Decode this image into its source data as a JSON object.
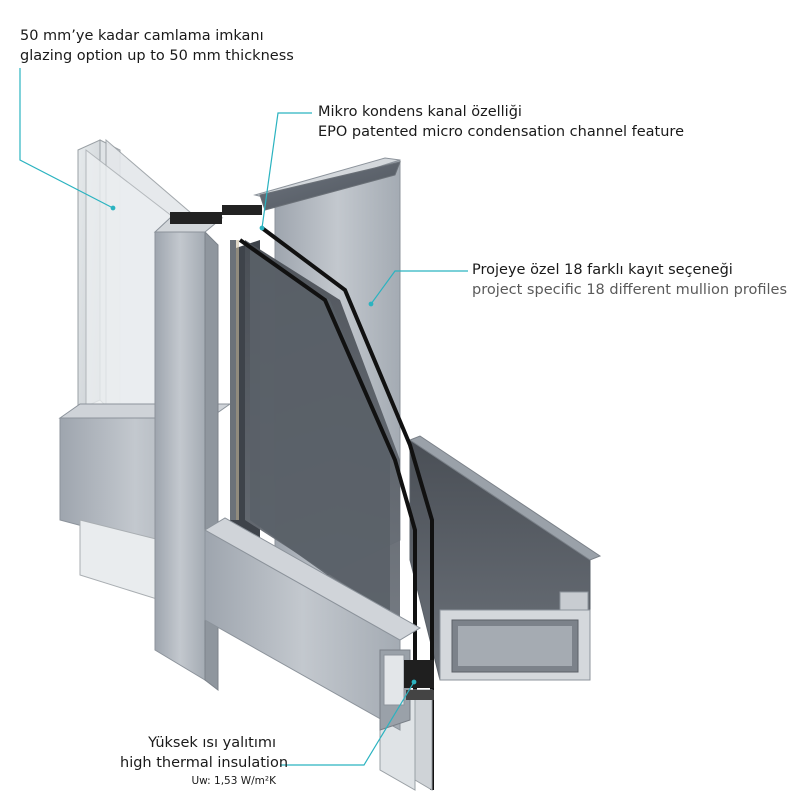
{
  "annotations": {
    "glazing": {
      "tr": "50 mm’ye kadar camlama imkanı",
      "en": "glazing option up to 50 mm thickness"
    },
    "micro_channel": {
      "tr": "Mikro kondens kanal özelliği",
      "en": "EPO patented micro condensation channel feature"
    },
    "mullion": {
      "tr": "Projeye özel 18 farklı kayıt seçeneği",
      "en": "project specific 18 different mullion profiles"
    },
    "thermal": {
      "tr": "Yüksek ısı yalıtımı",
      "en": "high thermal insulation",
      "uw": "Uw: 1,53 W/m²K"
    }
  },
  "colors": {
    "leader_line": "#2bb3c0",
    "aluminium": "#aeb4bc",
    "glass": "#d9dde0",
    "profile_dark": "#222222"
  }
}
